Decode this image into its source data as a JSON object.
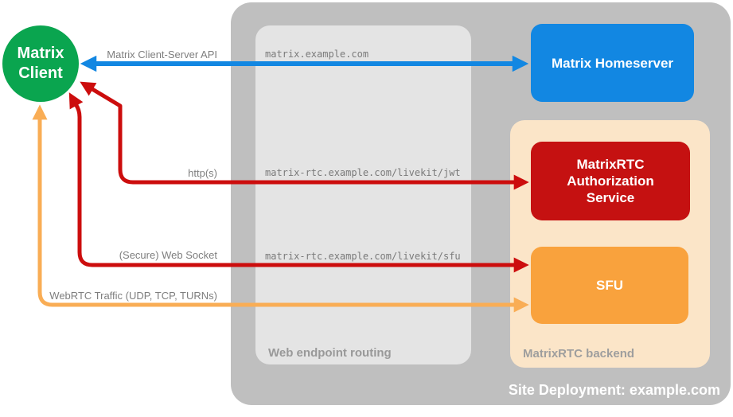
{
  "title": "MatrixRTC site deployment diagram",
  "client": {
    "label": "Matrix Client"
  },
  "container": {
    "caption": "Site Deployment: example.com"
  },
  "routing": {
    "caption": "Web endpoint routing",
    "routes": [
      "matrix.example.com",
      "matrix-rtc.example.com/livekit/jwt",
      "matrix-rtc.example.com/livekit/sfu"
    ]
  },
  "backend": {
    "caption": "MatrixRTC backend",
    "nodes": {
      "homeserver": "Matrix Homeserver",
      "auth": "MatrixRTC Authorization Service",
      "sfu": "SFU"
    }
  },
  "arrows": {
    "client_server_api": "Matrix Client-Server API",
    "https": "http(s)",
    "websocket": "(Secure) Web Socket",
    "webrtc": "WebRTC Traffic (UDP, TCP, TURNs)"
  },
  "colors": {
    "blue": "#1287E2",
    "green": "#0AA54F",
    "red_box": "#C51111",
    "red_arrow": "#CC0D0D",
    "orange_box": "#F9A23D",
    "orange_arrow": "#F9AD55",
    "container_gray": "#BFBFBF",
    "routing_gray": "#E4E4E4",
    "backend_peach": "#FBE5C8",
    "label_gray": "#7E7E7E"
  }
}
